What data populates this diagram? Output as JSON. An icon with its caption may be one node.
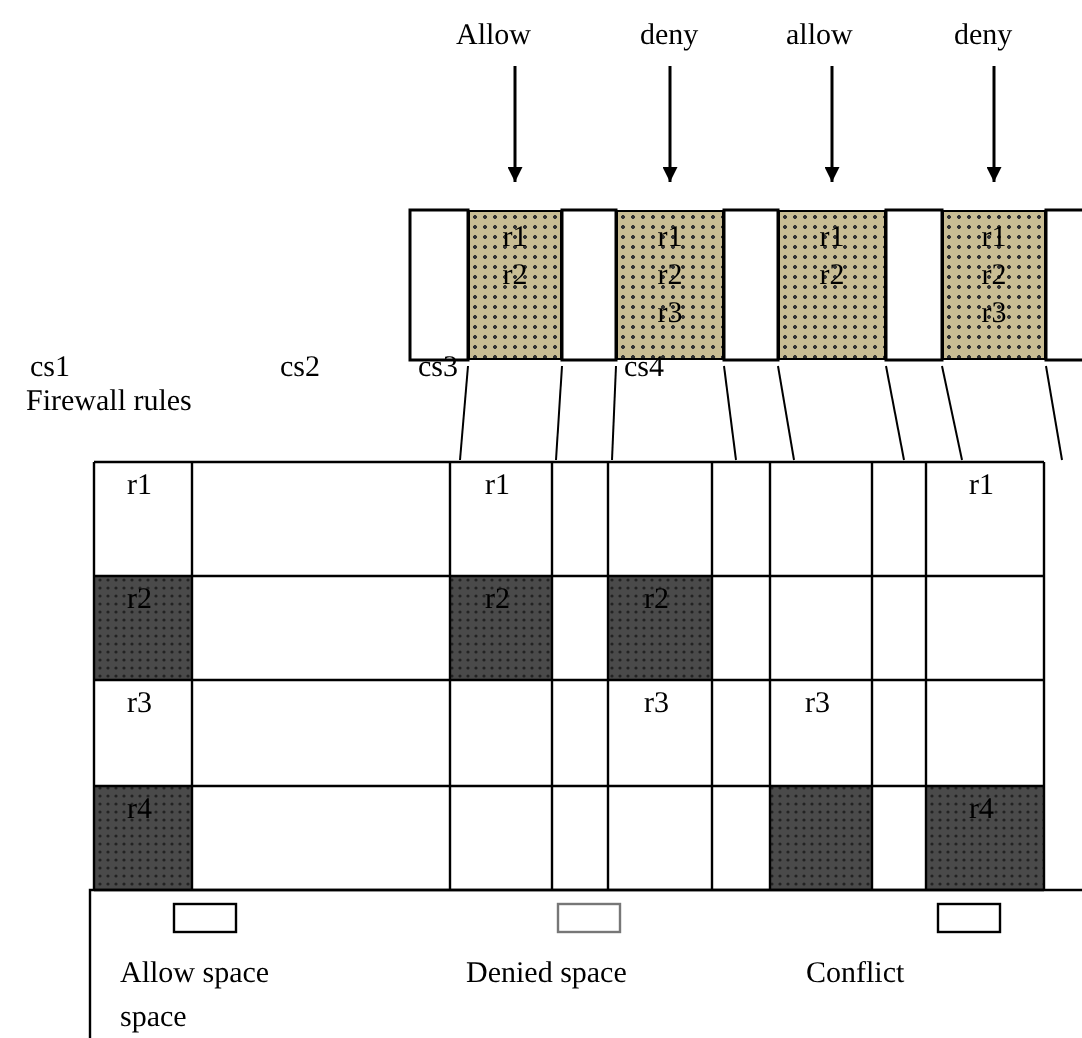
{
  "diagram": {
    "nodes": [
      {
        "text": [
          "Allow"
        ]
      },
      {
        "text": [
          "deny"
        ]
      },
      {
        "text": [
          "allow"
        ]
      },
      {
        "text": [
          "deny"
        ]
      },
      {
        "text": [
          "r1",
          "r2"
        ]
      },
      {
        "text": [
          "r1",
          "r2",
          "r3"
        ]
      },
      {
        "text": [
          "r1",
          "r2"
        ]
      },
      {
        "text": [
          "r1",
          "r2",
          "r3"
        ]
      }
    ],
    "edges": [
      {
        "from": 0,
        "to": 4,
        "arrow": "to"
      },
      {
        "from": 1,
        "to": 5,
        "arrow": "to"
      },
      {
        "from": 2,
        "to": 6,
        "arrow": "to"
      },
      {
        "from": 3,
        "to": 7,
        "arrow": "to"
      }
    ],
    "labels": [
      "cs1",
      "cs2",
      "cs3",
      "cs4",
      "Firewall rules",
      "r1",
      "r1",
      "r1",
      "r2",
      "r2",
      "r2",
      "r3",
      "r3",
      "r3",
      "r4",
      "r4"
    ],
    "legend": [
      {
        "text": "Allow space space"
      },
      {
        "text": "Denied space"
      },
      {
        "text": "Conflict"
      }
    ]
  }
}
